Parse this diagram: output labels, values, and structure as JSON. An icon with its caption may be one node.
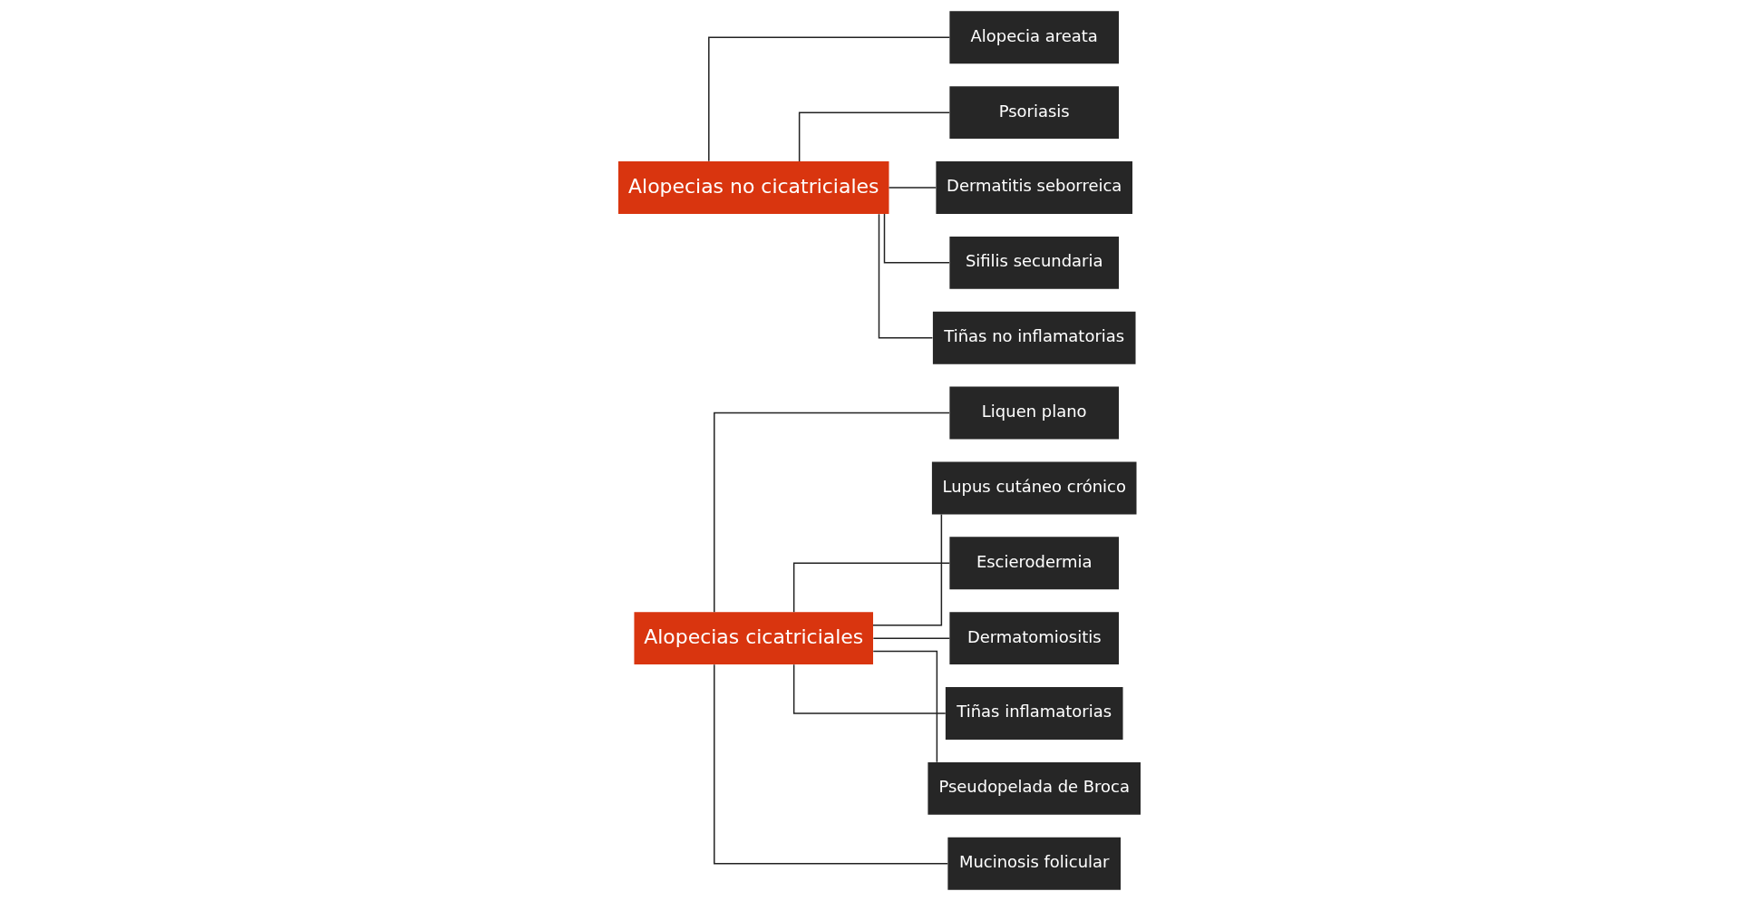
{
  "diagram": {
    "nodes": [
      {
        "text": [
          "Alopecias cicatriciales"
        ]
      },
      {
        "text": [
          "Liquen plano"
        ]
      },
      {
        "text": [
          "Lupus cutáneo crónico"
        ]
      },
      {
        "text": [
          "Escierodermia"
        ]
      },
      {
        "text": [
          "Dermatomiositis"
        ]
      },
      {
        "text": [
          "Tiñas inflamatorias"
        ]
      },
      {
        "text": [
          "Pseudopelada de Broca"
        ]
      },
      {
        "text": [
          "Mucinosis folicular"
        ]
      },
      {
        "text": [
          "Alopecias no cicatriciales"
        ]
      },
      {
        "text": [
          "Alopecia areata"
        ]
      },
      {
        "text": [
          "Psoriasis"
        ]
      },
      {
        "text": [
          "Dermatitis seborreica"
        ]
      },
      {
        "text": [
          "Sifilis secundaria"
        ]
      },
      {
        "text": [
          "Tiñas no inflamatorias"
        ]
      }
    ],
    "edges": [
      {
        "from": 0,
        "to": 1,
        "arrow": "none"
      },
      {
        "from": 0,
        "to": 2,
        "arrow": "none"
      },
      {
        "from": 0,
        "to": 3,
        "arrow": "none"
      },
      {
        "from": 0,
        "to": 4,
        "arrow": "none"
      },
      {
        "from": 0,
        "to": 5,
        "arrow": "none"
      },
      {
        "from": 0,
        "to": 6,
        "arrow": "none"
      },
      {
        "from": 0,
        "to": 7,
        "arrow": "none"
      },
      {
        "from": 8,
        "to": 9,
        "arrow": "none"
      },
      {
        "from": 8,
        "to": 10,
        "arrow": "none"
      },
      {
        "from": 8,
        "to": 11,
        "arrow": "none"
      },
      {
        "from": 8,
        "to": 12,
        "arrow": "none"
      },
      {
        "from": 8,
        "to": 13,
        "arrow": "none"
      }
    ]
  }
}
